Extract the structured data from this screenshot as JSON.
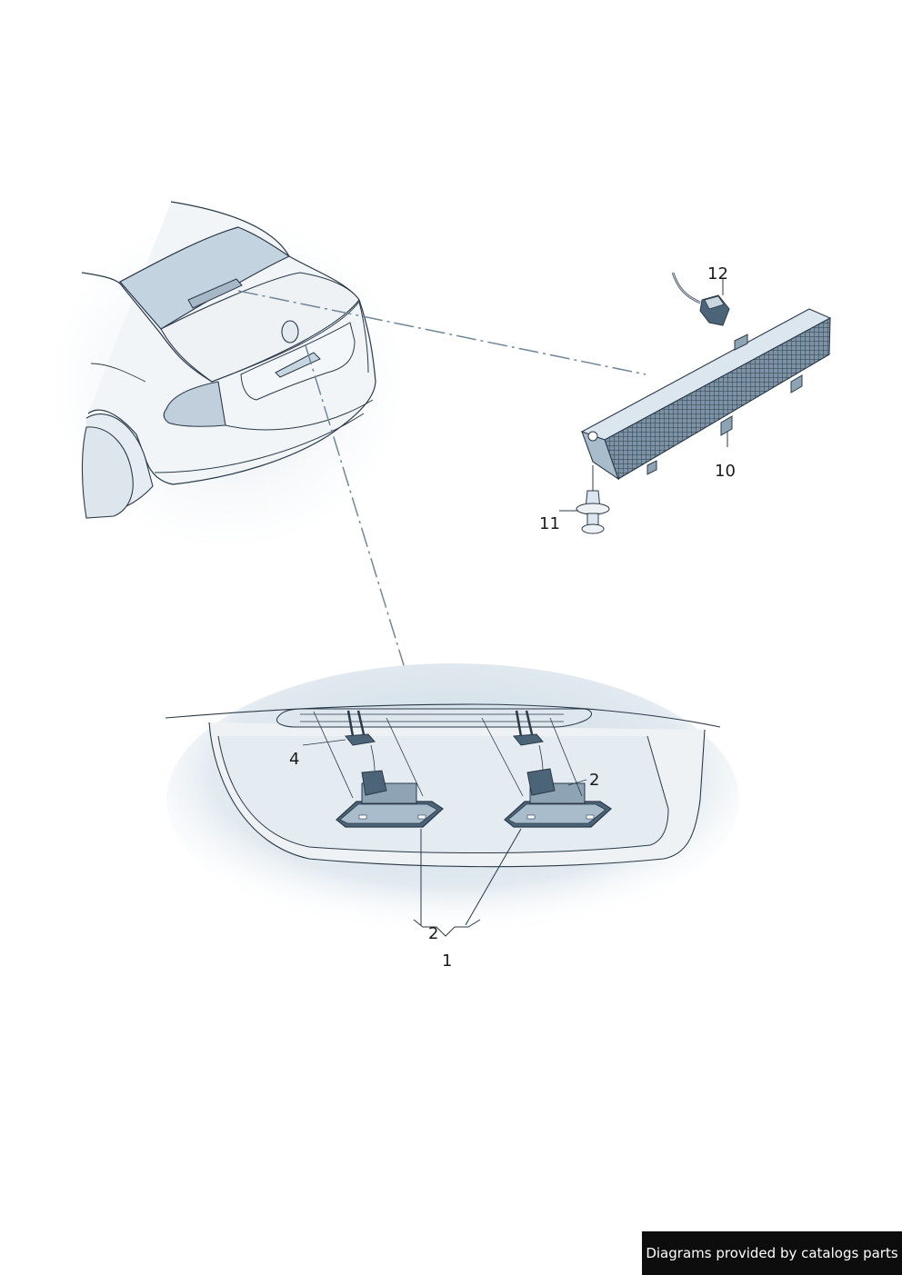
{
  "callouts": {
    "c1": "1",
    "c2_group": "2",
    "c2_right": "2",
    "c4": "4",
    "c10": "10",
    "c11": "11",
    "c12": "12"
  },
  "footer": {
    "credit": "Diagrams provided by catalogs parts"
  },
  "colors": {
    "line": "#2a3a48",
    "body_fill": "#eef1f4",
    "shadow": "#cfdbe5",
    "part_dark": "#4b6478",
    "part_mid": "#a9bccb",
    "part_light": "#dce6ee",
    "dash": "#6f8798"
  }
}
